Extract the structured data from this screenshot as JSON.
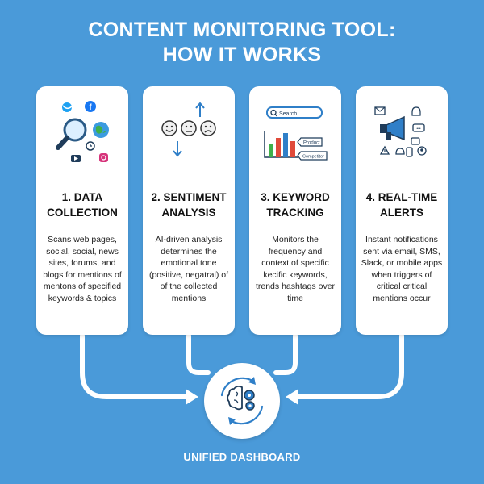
{
  "title": {
    "line1": "CONTENT MONITORING TOOL:",
    "line2": "HOW IT WORKS"
  },
  "steps": [
    {
      "heading_line1": "1. DATA",
      "heading_line2": "COLLECTION",
      "description": "Scans web pages, social, social, news sites, forums, and blogs for mentions of mentons of specified keywords & topics",
      "icon": "social-magnifier-icon"
    },
    {
      "heading_line1": "2. SENTIMENT",
      "heading_line2": "ANALYSIS",
      "description": "AI-driven analysis determines the emotional tone (positive, negatral) of of the collected mentions",
      "icon": "emotion-faces-icon"
    },
    {
      "heading_line1": "3. KEYWORD",
      "heading_line2": "TRACKING",
      "description": "Monitors the frequency and context of specific kecific keywords, trends hashtags over time",
      "icon": "search-chart-icon",
      "icon_labels": {
        "search": "Search",
        "product": "Product",
        "competitor": "Competitor"
      }
    },
    {
      "heading_line1": "4. REAL-TIME",
      "heading_line2": "ALERTS",
      "description": "Instant notifications sent via email, SMS, Slack, or mobile apps when triggers of critical critical mentions occur",
      "icon": "megaphone-alerts-icon"
    }
  ],
  "hub": {
    "label": "UNIFIED DASHBOARD",
    "icon": "brain-gear-cycle-icon"
  },
  "colors": {
    "background": "#4a9ad9",
    "card": "#ffffff",
    "accent_blue": "#2f7fc8",
    "dark_navy": "#1f3c5a"
  }
}
